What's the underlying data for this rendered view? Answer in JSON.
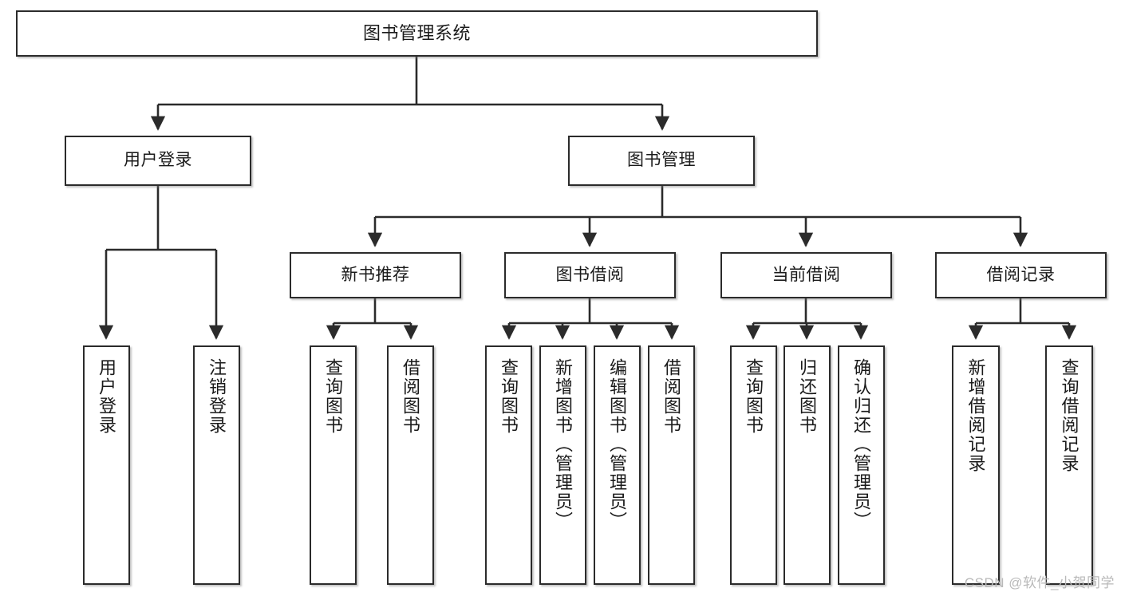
{
  "diagram": {
    "title": "图书管理系统",
    "type": "hierarchy-tree",
    "style": {
      "box_border_color": "#2b2b2b",
      "box_fill_color": "#ffffff",
      "edge_color": "#2b2b2b",
      "text_color": "#1a1a1a",
      "watermark_color": "#b9b9b9"
    },
    "levels": {
      "level1": [
        "图书管理系统"
      ],
      "level2": [
        "用户登录",
        "图书管理"
      ],
      "level3": [
        "新书推荐",
        "图书借阅",
        "当前借阅",
        "借阅记录"
      ],
      "level4": [
        "用户登录",
        "注销登录",
        "查询图书",
        "借阅图书",
        "查询图书",
        "新增图书（管理员）",
        "编辑图书（管理员）",
        "借阅图书",
        "查询图书",
        "归还图书",
        "确认归还（管理员）",
        "新增借阅记录",
        "查询借阅记录"
      ]
    },
    "nodes": {
      "root": {
        "label": "图书管理系统"
      },
      "user_login": {
        "label": "用户登录"
      },
      "book_manage": {
        "label": "图书管理"
      },
      "new_book_rec": {
        "label": "新书推荐"
      },
      "book_borrow": {
        "label": "图书借阅"
      },
      "current_borrow": {
        "label": "当前借阅"
      },
      "borrow_record": {
        "label": "借阅记录"
      },
      "leaf_user_login": {
        "label": "用户登录"
      },
      "leaf_logout": {
        "label": "注销登录"
      },
      "leaf_query_book_1": {
        "label": "查询图书"
      },
      "leaf_borrow_book_1": {
        "label": "借阅图书"
      },
      "leaf_query_book_2": {
        "label": "查询图书"
      },
      "leaf_add_book_admin": {
        "label": "新增图书（管理员）"
      },
      "leaf_edit_book_admin": {
        "label": "编辑图书（管理员）"
      },
      "leaf_borrow_book_2": {
        "label": "借阅图书"
      },
      "leaf_query_book_3": {
        "label": "查询图书"
      },
      "leaf_return_book": {
        "label": "归还图书"
      },
      "leaf_confirm_return_admin": {
        "label": "确认归还（管理员）"
      },
      "leaf_add_record": {
        "label": "新增借阅记录"
      },
      "leaf_query_record": {
        "label": "查询借阅记录"
      }
    },
    "edges": [
      {
        "from": "root",
        "to": "user_login"
      },
      {
        "from": "root",
        "to": "book_manage"
      },
      {
        "from": "user_login",
        "to": "leaf_user_login"
      },
      {
        "from": "user_login",
        "to": "leaf_logout"
      },
      {
        "from": "book_manage",
        "to": "new_book_rec"
      },
      {
        "from": "book_manage",
        "to": "book_borrow"
      },
      {
        "from": "book_manage",
        "to": "current_borrow"
      },
      {
        "from": "book_manage",
        "to": "borrow_record"
      },
      {
        "from": "new_book_rec",
        "to": "leaf_query_book_1"
      },
      {
        "from": "new_book_rec",
        "to": "leaf_borrow_book_1"
      },
      {
        "from": "book_borrow",
        "to": "leaf_query_book_2"
      },
      {
        "from": "book_borrow",
        "to": "leaf_add_book_admin"
      },
      {
        "from": "book_borrow",
        "to": "leaf_edit_book_admin"
      },
      {
        "from": "book_borrow",
        "to": "leaf_borrow_book_2"
      },
      {
        "from": "current_borrow",
        "to": "leaf_query_book_3"
      },
      {
        "from": "current_borrow",
        "to": "leaf_return_book"
      },
      {
        "from": "current_borrow",
        "to": "leaf_confirm_return_admin"
      },
      {
        "from": "borrow_record",
        "to": "leaf_add_record"
      },
      {
        "from": "borrow_record",
        "to": "leaf_query_record"
      }
    ]
  },
  "watermark": {
    "text": "CSDN @软件_小贺同学"
  }
}
